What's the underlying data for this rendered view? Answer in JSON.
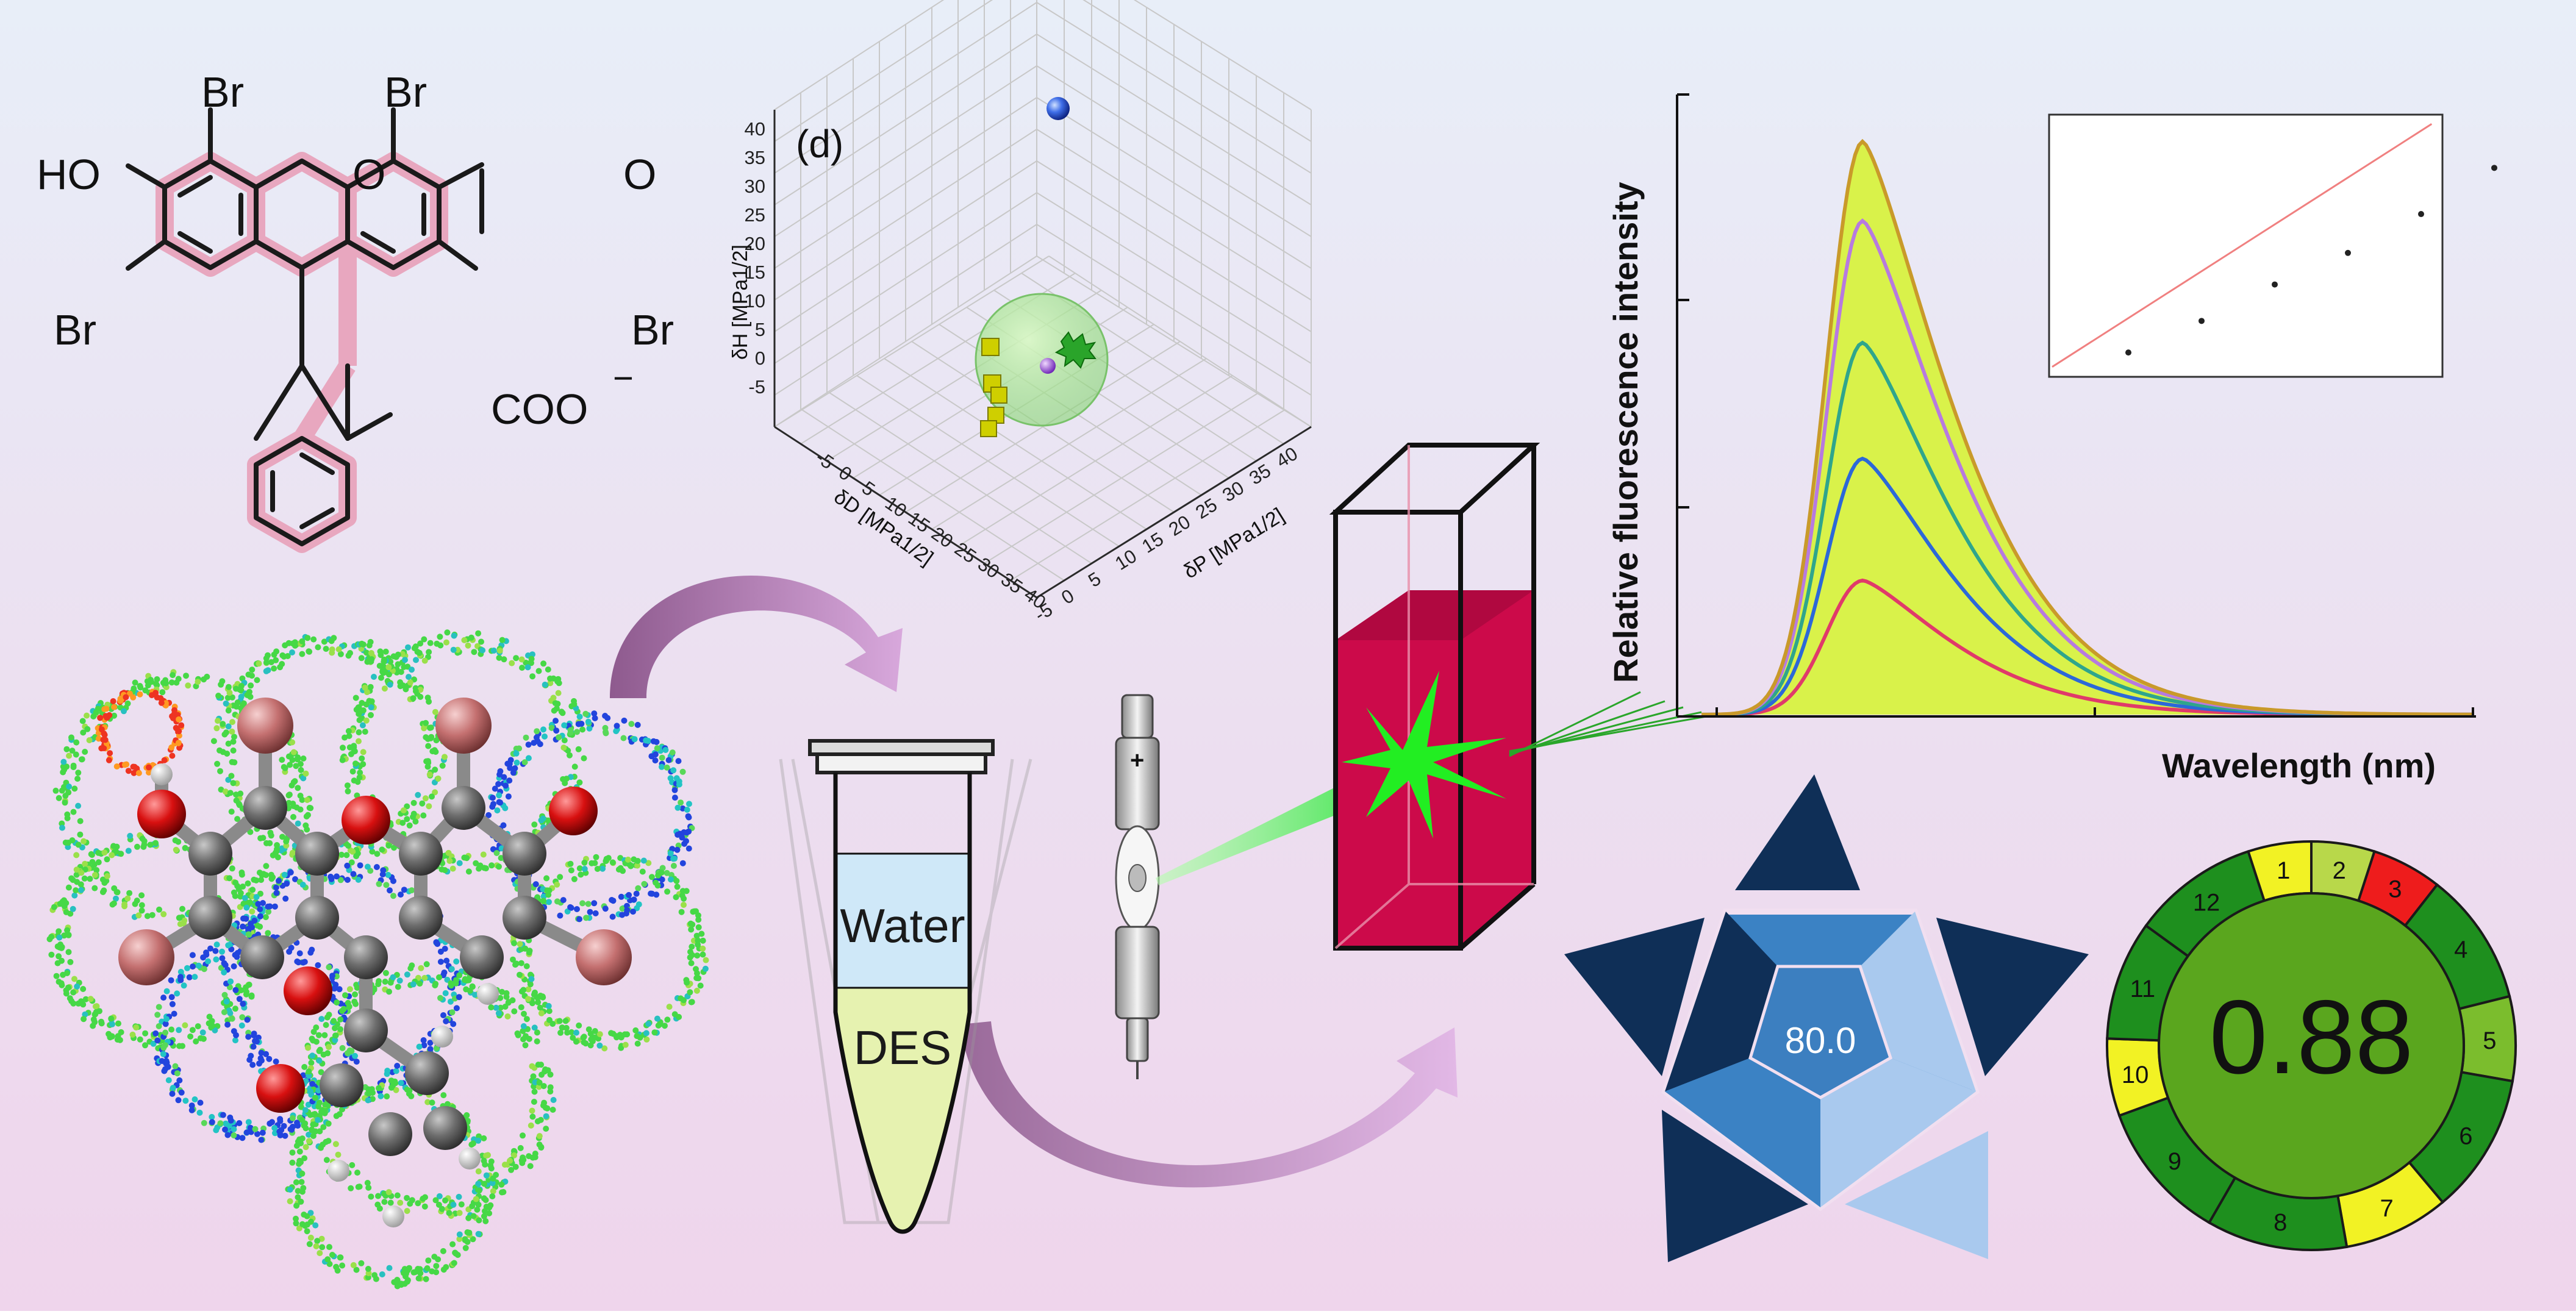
{
  "molecule": {
    "atoms": {
      "br": "Br",
      "ho": "HO",
      "o_ring": "O",
      "o_keto": "O",
      "coo": "COO",
      "charge": "−"
    },
    "ring_highlight_color": "#e8a7bf"
  },
  "plot3d": {
    "panel_label": "(d)",
    "axis_h_label": "δH [MPa1/2]",
    "axis_d_label": "δD [MPa1/2]",
    "axis_p_label": "δP [MPa1/2]",
    "ticks_h": [
      "40",
      "35",
      "30",
      "25",
      "20",
      "15",
      "10",
      "5",
      "0",
      "-5"
    ],
    "ticks_d": [
      "-5",
      "0",
      "5",
      "10",
      "15",
      "20",
      "25",
      "30",
      "35",
      "40"
    ],
    "ticks_p": [
      "-5",
      "0",
      "5",
      "10",
      "15",
      "20",
      "25",
      "30",
      "35",
      "40"
    ]
  },
  "tube": {
    "water_label": "Water",
    "des_label": "DES"
  },
  "spectrum": {
    "ylabel": "Relative fluorescence intensity",
    "xlabel": "Wavelength (nm)",
    "fill_color": "#d9f24a",
    "series_colors": [
      "#e03a6a",
      "#2c68d8",
      "#2fa58c",
      "#b77ae0",
      "#c99a2a"
    ],
    "series_peaks": [
      0.22,
      0.42,
      0.61,
      0.81,
      0.94
    ],
    "inset": {
      "points": [
        0.08,
        0.21,
        0.36,
        0.49,
        0.65,
        0.84
      ]
    }
  },
  "agree": {
    "score": "80.0",
    "colors": {
      "dark": "#0f2f57",
      "mid": "#3b82c4",
      "light": "#a9c9ee"
    }
  },
  "green_wheel": {
    "score": "0.88",
    "segments": [
      {
        "label": "1",
        "color": "#f2f224"
      },
      {
        "label": "2",
        "color": "#b8d84a"
      },
      {
        "label": "3",
        "color": "#ee1c1c"
      },
      {
        "label": "4",
        "color": "#1e8f1e"
      },
      {
        "label": "5",
        "color": "#7bbd2d"
      },
      {
        "label": "6",
        "color": "#1e8f1e"
      },
      {
        "label": "7",
        "color": "#f2f224"
      },
      {
        "label": "8",
        "color": "#1e8f1e"
      },
      {
        "label": "9",
        "color": "#1e8f1e"
      },
      {
        "label": "10",
        "color": "#f2f224"
      },
      {
        "label": "11",
        "color": "#1e8f1e"
      },
      {
        "label": "12",
        "color": "#1e8f1e"
      }
    ]
  }
}
